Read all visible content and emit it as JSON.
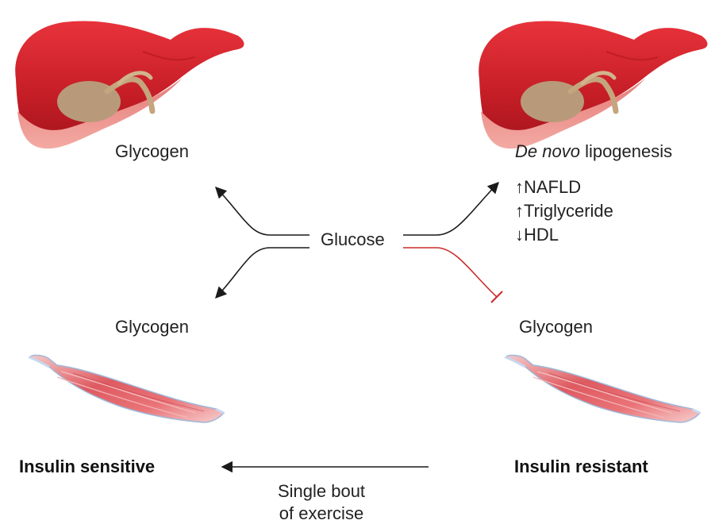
{
  "labels": {
    "liver_sensitive": "Glycogen",
    "liver_resistant_em": "De novo",
    "liver_resistant_rest": " lipogenesis",
    "effects": [
      "↑NAFLD",
      "↑Triglyceride",
      "↓HDL"
    ],
    "center": "Glucose",
    "muscle_sensitive": "Glycogen",
    "muscle_resistant": "Glycogen",
    "state_sensitive": "Insulin sensitive",
    "state_resistant": "Insulin resistant",
    "exercise_line1": "Single bout",
    "exercise_line2": "of exercise"
  },
  "colors": {
    "arrow": "#1a1a1a",
    "inhibition": "#cc2a2a",
    "liver": "#c8202a",
    "gallbladder": "#b89a7a",
    "muscle": "#d94b55"
  },
  "icons": [
    "liver-illustration",
    "muscle-illustration"
  ]
}
